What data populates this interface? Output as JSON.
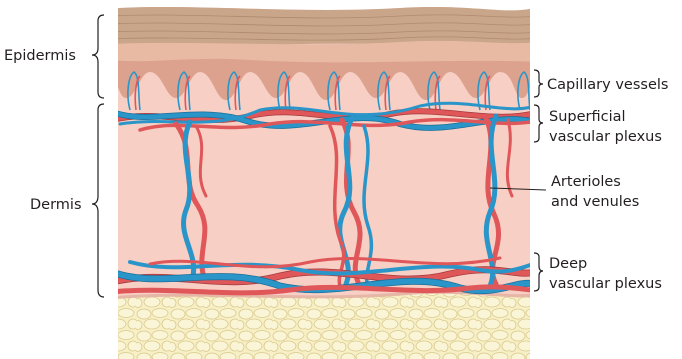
{
  "labels": {
    "epidermis": "Epidermis",
    "dermis": "Dermis",
    "capillary_vessels": "Capillary vessels",
    "superficial_plexus_line1": "Superficial",
    "superficial_plexus_line2": "vascular plexus",
    "arterioles_line1": "Arterioles",
    "arterioles_line2": "and venules",
    "deep_plexus_line1": "Deep",
    "deep_plexus_line2": "vascular plexus"
  },
  "colors": {
    "stratum_corneum": "#c9a58a",
    "epidermis": "#e8b9a3",
    "dermal_papillae": "#d4907e",
    "dermis": "#f7cfc4",
    "subcutis_fat": "#f7efc6",
    "fat_cell_outline": "#d9c98a",
    "artery": "#e0575a",
    "vein": "#2a95c8"
  }
}
